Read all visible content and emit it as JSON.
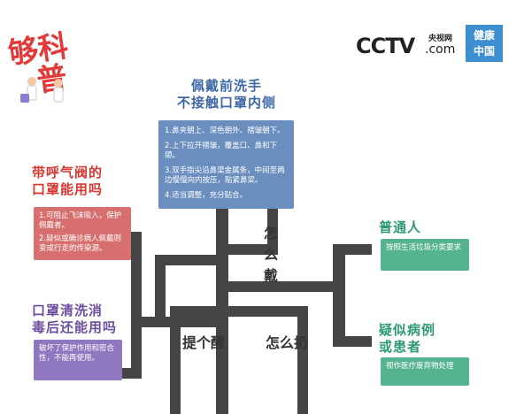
{
  "logo": {
    "text": "够科普"
  },
  "brand": {
    "cctv": "CCTV",
    "yangshiwang": "央视网",
    "com": ".com",
    "jiankang_line1": "健康",
    "jiankang_line2": "中国"
  },
  "wear": {
    "title_line1": "佩戴前洗手",
    "title_line2": "不接触口罩内侧",
    "steps": [
      "1.鼻夹朝上、深色朝外、褶皱朝下。",
      "2.上下拉开褶皱，覆盖口、鼻和下颌。",
      "3.双手指尖沿鼻梁金属条，中间至两边慢慢向内按压，贴紧鼻梁。",
      "4.适当调整，充分贴合。"
    ]
  },
  "valve": {
    "title_line1": "带呼气阀的",
    "title_line2": "口罩能用吗",
    "items": [
      "1.可阻止飞沫吸入，保护佩戴者。",
      "2.疑似或确诊病人佩戴则变成行走的传染源。"
    ]
  },
  "clean": {
    "title_line1": "口罩清洗消",
    "title_line2": "毒后还能用吗",
    "text": "破坏了保护作用和密合性，不能再使用。"
  },
  "ordinary": {
    "title": "普通人",
    "text": "按照生活垃圾分类要求"
  },
  "suspected": {
    "title_line1": "疑似病例",
    "title_line2": "或患者",
    "text": "视作医疗废弃物处理"
  },
  "labels": {
    "how_wear_1": "怎",
    "how_wear_2": "么",
    "how_wear_3": "戴",
    "tips": "提个醒",
    "how_discard": "怎么扔"
  },
  "colors": {
    "blue": "#6a8fbf",
    "red": "#d86f6f",
    "purple": "#8f78bf",
    "green": "#55b38f",
    "trunk": "#454545"
  }
}
